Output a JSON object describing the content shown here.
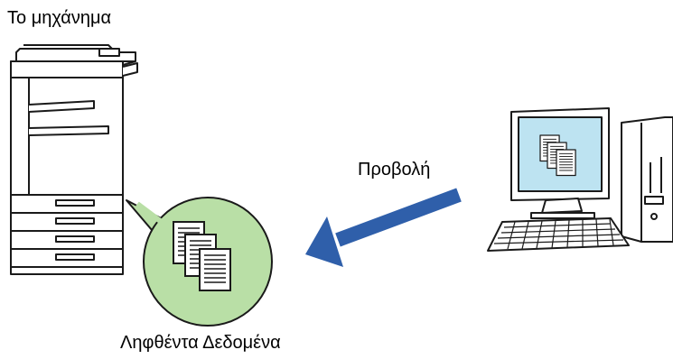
{
  "labels": {
    "machine": "Το μηχάνημα",
    "view": "Προβολή",
    "received_data": "Ληφθέντα Δεδομένα"
  },
  "colors": {
    "arrow": "#2f5faa",
    "bubble_fill": "#b9dfa6",
    "screen_fill": "#bde3f1",
    "outline": "#1a1a1a"
  },
  "icons": {
    "machine": "multifunction-printer-icon",
    "computer": "desktop-computer-icon",
    "documents": "document-stack-icon",
    "arrow": "left-arrow"
  }
}
